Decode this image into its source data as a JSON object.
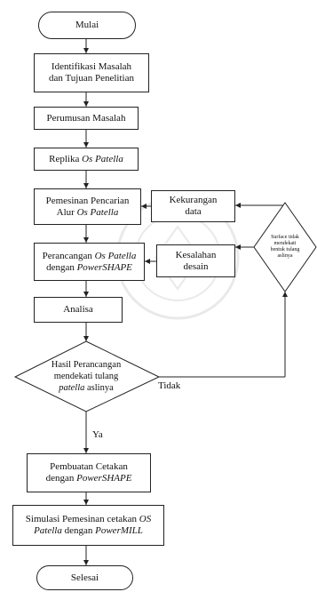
{
  "start": "Mulai",
  "steps": [
    {
      "line1": "Identifikasi Masalah",
      "line2": "dan Tujuan Penelitian"
    },
    {
      "line1": "Perumusan Masalah"
    },
    {
      "line1": "Replika ",
      "line1_italic": "Os Patella"
    },
    {
      "line1": "Pemesinan Pencarian",
      "line2": "Alur ",
      "line2_italic": "Os Patella"
    },
    {
      "line1": "Perancangan ",
      "line1_italic": "Os Patella",
      "line2": "dengan ",
      "line2_italic": "PowerSHAPE"
    },
    {
      "line1": "Analisa"
    }
  ],
  "side": {
    "kekurangan": {
      "line1": "Kekurangan",
      "line2": "data"
    },
    "kesalahan": {
      "line1": "Kesalahan",
      "line2": "desain"
    },
    "surface": {
      "line1": "Surface tidak",
      "line2": "mendekati",
      "line3": "bentuk tulang",
      "line4": "aslinya"
    }
  },
  "decision": {
    "line1": "Hasil Perancangan",
    "line2": "mendekati tulang",
    "line3_italic": "patella",
    "line3": " aslinya"
  },
  "labels": {
    "no": "Tidak",
    "yes": "Ya"
  },
  "after": [
    {
      "line1": "Pembuatan Cetakan",
      "line2": "dengan ",
      "line2_italic": "PowerSHAPE"
    },
    {
      "line1": "Simulasi Pemesinan cetakan ",
      "line1_italic": "OS",
      "line2_italic": "Patella",
      "line2": " dengan ",
      "line2_italic2": "PowerMILL"
    }
  ],
  "end": "Selesai",
  "watermark": "ISLAM INDONESIA"
}
